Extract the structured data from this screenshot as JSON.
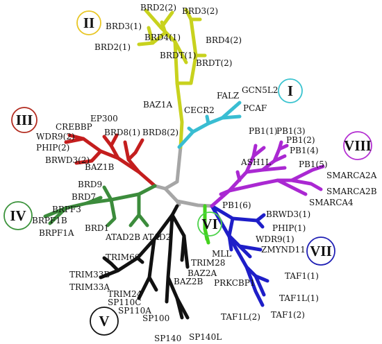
{
  "colors": {
    "root": "#a6a6a6",
    "yellow": "#c8d21e",
    "cyan": "#39bdd2",
    "red": "#c41e1e",
    "darkred": "#8c2a1f",
    "green": "#3c8c3c",
    "black": "#111111",
    "lightgreen": "#44d21e",
    "blue": "#1e1ec8",
    "purple": "#aa28d2"
  },
  "families": [
    {
      "numeral": "I",
      "color": "#3ac3cf"
    },
    {
      "numeral": "II",
      "color": "#e8c624"
    },
    {
      "numeral": "III",
      "color": "#b22a1e"
    },
    {
      "numeral": "IV",
      "color": "#3a923a"
    },
    {
      "numeral": "V",
      "color": "#111111"
    },
    {
      "numeral": "VI",
      "color": "#4cd24a"
    },
    {
      "numeral": "VII",
      "color": "#1e1eb4"
    },
    {
      "numeral": "VIII",
      "color": "#b430d2"
    }
  ],
  "labels": [
    "BRD2(2)",
    "BRD3(2)",
    "BRD3(1)",
    "BRD4(1)",
    "BRD4(2)",
    "BRD2(1)",
    "BRDT(1)",
    "BRDT(2)",
    "FALZ",
    "GCN5L2",
    "CECR2",
    "PCAF",
    "BAZ1A",
    "EP300",
    "CREBBP",
    "WDR9(2)",
    "BRD8(1)",
    "BRD8(2)",
    "PHIP(2)",
    "BRWD3(2)",
    "BAZ1B",
    "BRD9",
    "BRD7",
    "BRPF3",
    "BRPF1B",
    "BRPF1A",
    "BRD1",
    "ATAD2B",
    "ATAD2",
    "TRIM66",
    "TRIM33B",
    "TRIM33A",
    "TRIM24",
    "SP110C",
    "SP110A",
    "SP100",
    "SP140",
    "SP140L",
    "BAZ2B",
    "BAZ2A",
    "TRIM28",
    "MLL",
    "BRWD3(1)",
    "PHIP(1)",
    "WDR9(1)",
    "ZMYND11",
    "PRKCBP1",
    "TAF1(1)",
    "TAF1L(1)",
    "TAF1L(2)",
    "TAF1(2)",
    "PB1(1)",
    "PB1(3)",
    "PB1(2)",
    "PB1(4)",
    "ASH1L",
    "PB1(5)",
    "SMARCA2A",
    "SMARCA2B",
    "SMARCA4",
    "PB1(6)"
  ]
}
